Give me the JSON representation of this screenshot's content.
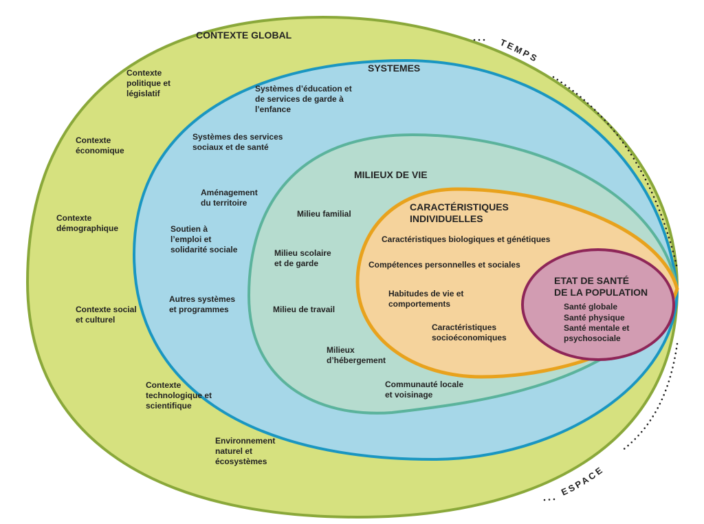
{
  "colors": {
    "global_fill": "#d6e17f",
    "global_stroke": "#8aa83a",
    "systems_fill": "#a6d7e8",
    "systems_stroke": "#1a96c1",
    "milieux_fill": "#b6dccf",
    "milieux_stroke": "#5bb39c",
    "indiv_fill": "#f5d39c",
    "indiv_stroke": "#e8a21d",
    "health_fill": "#d29cb2",
    "health_stroke": "#8e2658"
  },
  "global": {
    "title": "CONTEXTE GLOBAL",
    "items": [
      [
        "Contexte",
        "politique et",
        "législatif"
      ],
      [
        "Contexte",
        "économique"
      ],
      [
        "Contexte",
        "démographique"
      ],
      [
        "Contexte social",
        "et culturel"
      ],
      [
        "Contexte",
        "technologique et",
        "scientifique"
      ],
      [
        "Environnement",
        "naturel et",
        "écosystèmes"
      ]
    ]
  },
  "systems": {
    "title": "SYSTEMES",
    "items": [
      [
        "Systèmes d’éducation et",
        "de services de garde à",
        "l’enfance"
      ],
      [
        "Systèmes des services",
        "sociaux et de santé"
      ],
      [
        "Aménagement",
        "du territoire"
      ],
      [
        "Soutien à",
        "l’emploi et",
        "solidarité sociale"
      ],
      [
        "Autres systèmes",
        "et programmes"
      ]
    ]
  },
  "milieux": {
    "title": "MILIEUX DE VIE",
    "items": [
      [
        "Milieu familial"
      ],
      [
        "Milieu scolaire",
        "et de garde"
      ],
      [
        "Milieu de travail"
      ],
      [
        "Milieux",
        "d’hébergement"
      ],
      [
        "Communauté locale",
        "et voisinage"
      ]
    ]
  },
  "individual": {
    "title": [
      "CARACTÉRISTIQUES",
      "INDIVIDUELLES"
    ],
    "items": [
      [
        "Caractéristiques biologiques et génétiques"
      ],
      [
        "Compétences personnelles et sociales"
      ],
      [
        "Habitudes de vie et",
        "comportements"
      ],
      [
        "Caractéristiques",
        "socioéconomiques"
      ]
    ]
  },
  "health": {
    "title": [
      "ETAT DE SANTÉ",
      "DE LA POPULATION"
    ],
    "items": [
      "Santé globale",
      "Santé physique",
      [
        "Santé mentale et",
        "psychosociale"
      ]
    ]
  },
  "axes": {
    "time": "TEMPS",
    "space": "ESPACE"
  }
}
